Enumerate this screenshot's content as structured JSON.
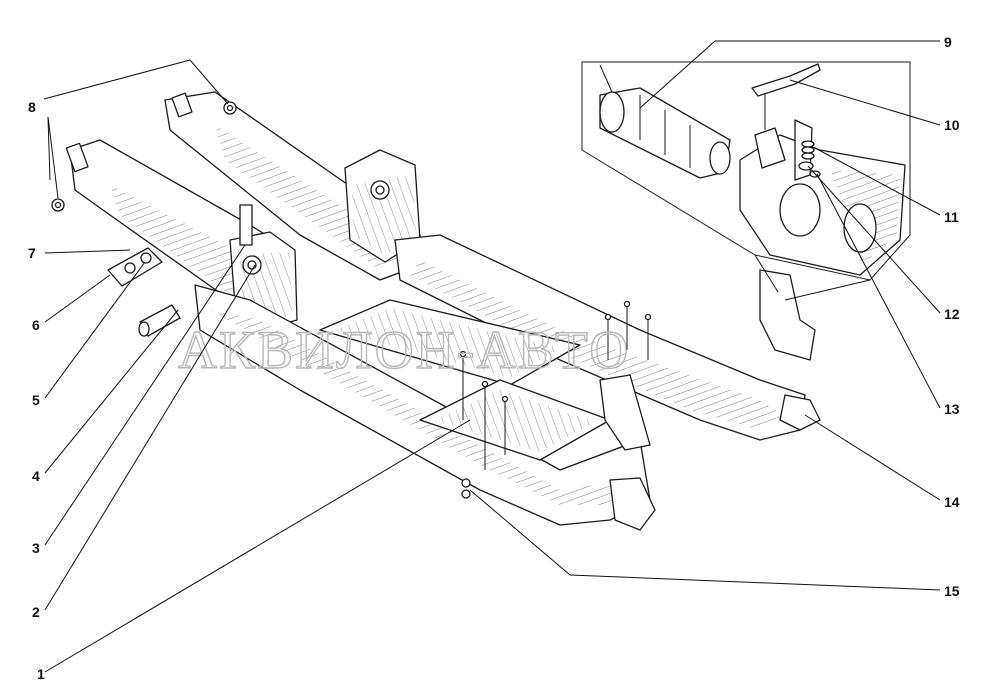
{
  "watermark": "АКВИЛОН-АВТО",
  "callouts": [
    {
      "id": "1",
      "label": "1"
    },
    {
      "id": "2",
      "label": "2"
    },
    {
      "id": "3",
      "label": "3"
    },
    {
      "id": "4",
      "label": "4"
    },
    {
      "id": "5",
      "label": "5"
    },
    {
      "id": "6",
      "label": "6"
    },
    {
      "id": "7",
      "label": "7"
    },
    {
      "id": "8",
      "label": "8"
    },
    {
      "id": "9",
      "label": "9"
    },
    {
      "id": "10",
      "label": "10"
    },
    {
      "id": "11",
      "label": "11"
    },
    {
      "id": "12",
      "label": "12"
    },
    {
      "id": "13",
      "label": "13"
    },
    {
      "id": "14",
      "label": "14"
    },
    {
      "id": "15",
      "label": "15"
    }
  ]
}
